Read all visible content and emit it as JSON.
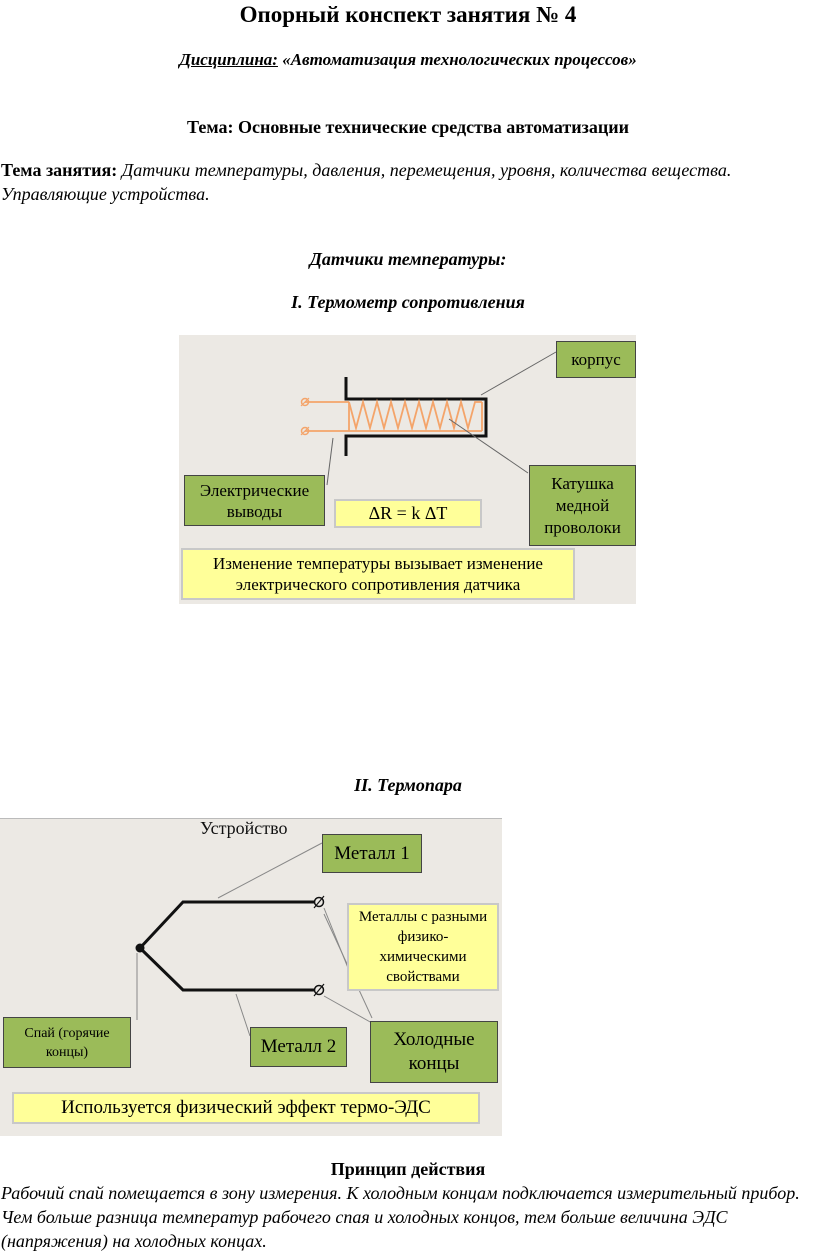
{
  "header": {
    "title": "Опорный конспект занятия № 4",
    "discipline_label": "Дисциплина:",
    "discipline_value": " «Автоматизация технологических процессов»",
    "theme": "Тема: Основные технические средства автоматизации",
    "lesson_label": "Тема занятия:",
    "lesson_value": " Датчики температуры, давления, перемещения, уровня, количества вещества. Управляющие устройства."
  },
  "section": {
    "sensors_heading": "Датчики температуры:",
    "resistance_heading": "I. Термометр сопротивления",
    "thermocouple_heading": "II. Термопара",
    "principle_heading": "Принцип действия",
    "principle_text": "Рабочий спай помещается в зону измерения. К холодным концам подключается измерительный прибор. Чем больше разница температур рабочего спая и холодных концов, тем больше величина ЭДС (напряжения) на холодных концах."
  },
  "figure1": {
    "housing": "корпус",
    "leads": "Электрические выводы",
    "formula": "ΔR = k ΔT",
    "coil": "Катушка медной проволоки",
    "caption": "Изменение температуры вызывает изменение электрического сопротивления датчика"
  },
  "figure2": {
    "device": "Устройство",
    "metal1": "Металл 1",
    "metals": "Металлы с разными физико-химическими свойствами",
    "junction": "Спай (горячие концы)",
    "metal2": "Металл 2",
    "cold_ends": "Холодные концы",
    "caption": "Используется физический эффект термо-ЭДС"
  },
  "colors": {
    "green_box": "#9bbb59",
    "yellow_box": "#ffff99",
    "coil": "#f4a46a",
    "figure_bg": "#ece9e4"
  }
}
